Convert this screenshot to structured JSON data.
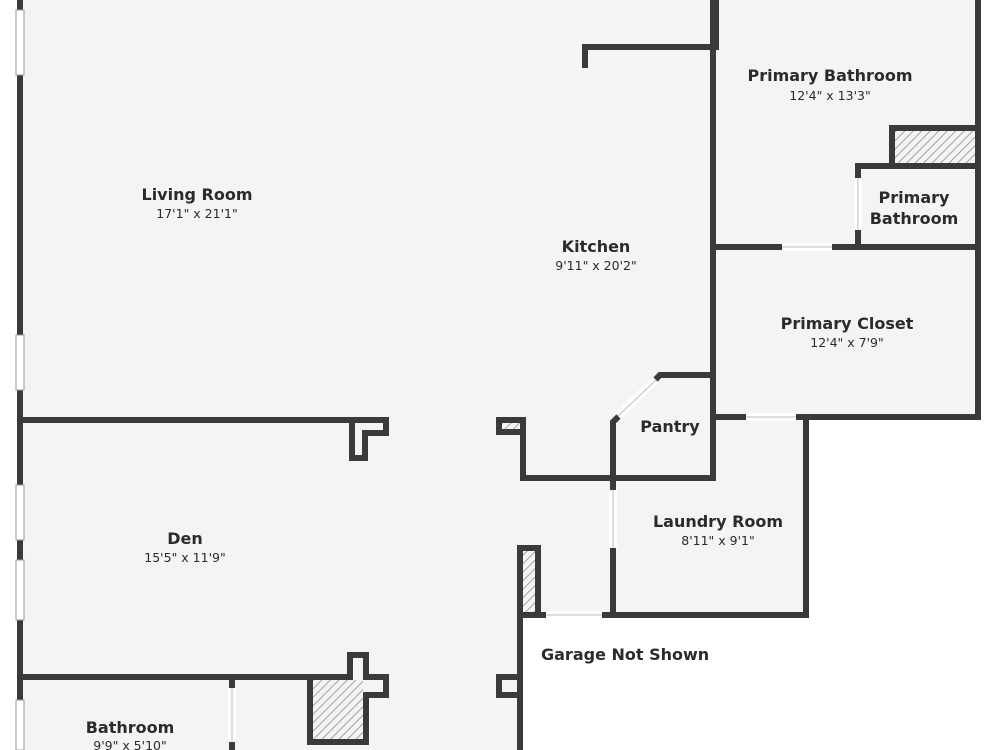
{
  "rooms": {
    "living_room": {
      "name": "Living Room",
      "dims": "17'1\" x 21'1\""
    },
    "kitchen": {
      "name": "Kitchen",
      "dims": "9'11\" x 20'2\""
    },
    "primary_bathroom": {
      "name": "Primary Bathroom",
      "dims": "12'4\" x 13'3\""
    },
    "primary_bathroom_small": {
      "name_line1": "Primary",
      "name_line2": "Bathroom"
    },
    "primary_closet": {
      "name": "Primary Closet",
      "dims": "12'4\" x 7'9\""
    },
    "pantry": {
      "name": "Pantry"
    },
    "laundry_room": {
      "name": "Laundry Room",
      "dims": "8'11\" x 9'1\""
    },
    "den": {
      "name": "Den",
      "dims": "15'5\" x 11'9\""
    },
    "bathroom": {
      "name": "Bathroom",
      "dims": "9'9\" x 5'10\""
    }
  },
  "notes": {
    "garage": "Garage Not Shown"
  },
  "colors": {
    "wall": "#3a3a3a",
    "floor": "#f4f4f4",
    "text": "#2b2b2b"
  }
}
